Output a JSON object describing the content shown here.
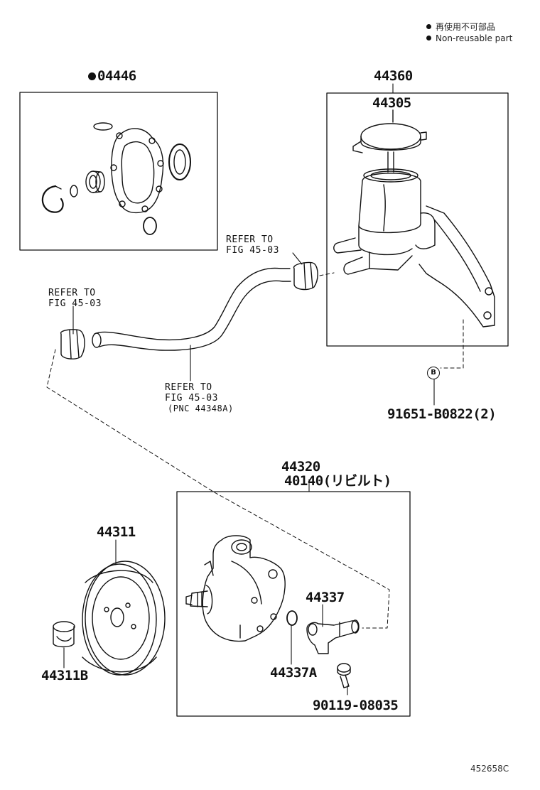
{
  "legend": {
    "japanese": "再使用不可部品",
    "english": "Non-reusable part"
  },
  "kit": {
    "code": "04446"
  },
  "reservoir": {
    "assy": "44360",
    "cap": "44305"
  },
  "bolt_ref": {
    "marker": "B",
    "part": "91651-B0822(2)"
  },
  "refs": {
    "upper_right": [
      "REFER TO",
      "FIG 45-03"
    ],
    "upper_left": [
      "REFER TO",
      "FIG 45-03"
    ],
    "hose": [
      "REFER TO",
      "FIG 45-03",
      "(PNC 44348A)"
    ]
  },
  "pump": {
    "assy": "44320",
    "rebuilt": "40140(リビルト)"
  },
  "parts": {
    "pulley": "44311",
    "pulley_nut": "44311B",
    "union": "44337",
    "oring": "44337A",
    "union_bolt": "90119-08035"
  },
  "diagram_id": "452658C"
}
